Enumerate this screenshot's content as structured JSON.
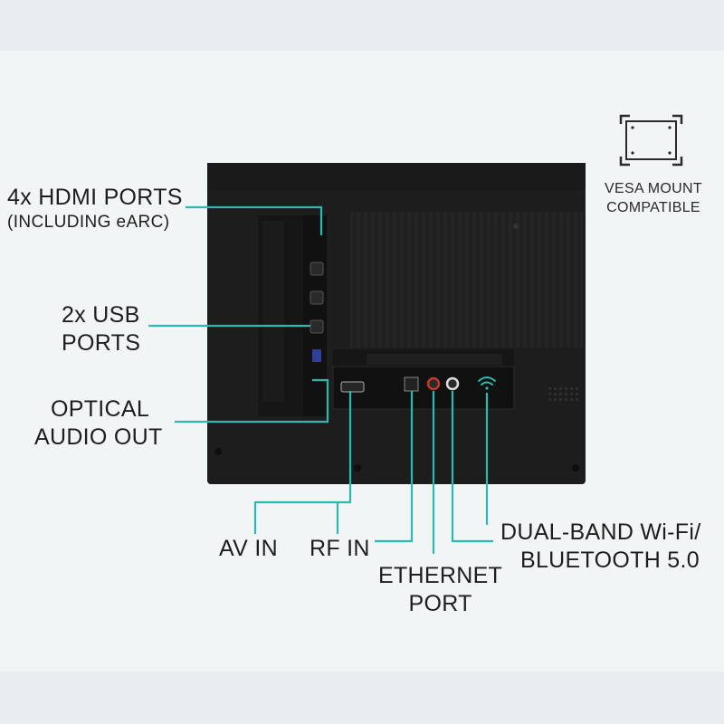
{
  "labels": {
    "hdmi": {
      "line1": "4x HDMI PORTS",
      "line2": "(INCLUDING eARC)"
    },
    "usb": {
      "line1": "2x USB",
      "line2": "PORTS"
    },
    "optical": {
      "line1": "OPTICAL",
      "line2": "AUDIO OUT"
    },
    "av_in": "AV IN",
    "rf_in": "RF IN",
    "ethernet": {
      "line1": "ETHERNET",
      "line2": "PORT"
    },
    "wifi": {
      "line1": "DUAL-BAND Wi-Fi/",
      "line2": "BLUETOOTH 5.0"
    },
    "vesa": {
      "line1": "VESA MOUNT",
      "line2": "COMPATIBLE"
    }
  },
  "colors": {
    "background": "#f1f5f6",
    "tv_body": "#1f1f1f",
    "callout_line": "#2fb8b0",
    "text": "#1e1e1e"
  },
  "icons": [
    "vesa-mount-icon",
    "wifi-symbol-icon"
  ]
}
